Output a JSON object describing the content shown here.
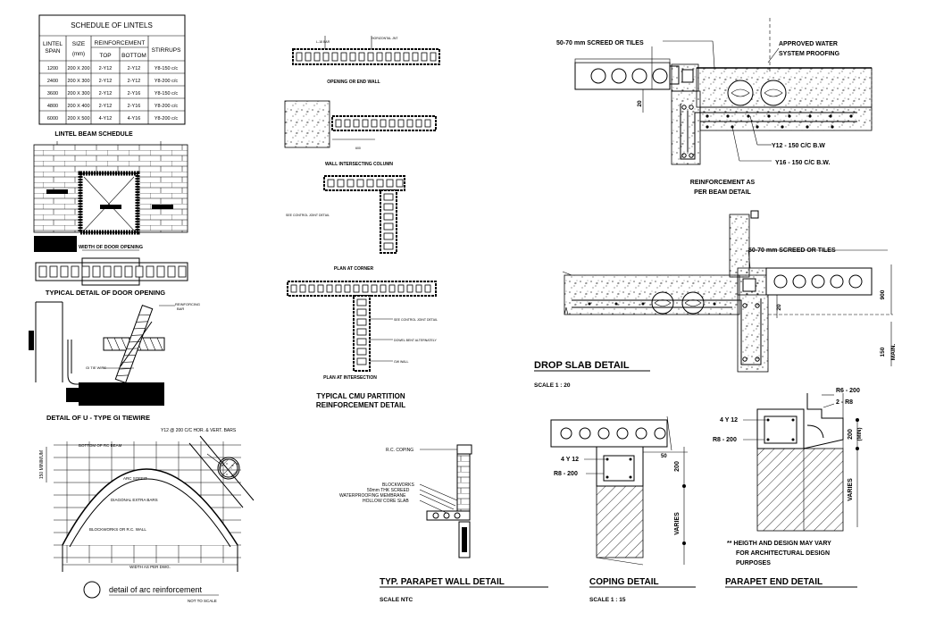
{
  "lintel_table": {
    "title": "SCHEDULE OF LINTELS",
    "headers": {
      "span": [
        "LINTEL",
        "SPAN"
      ],
      "size": [
        "SIZE",
        "(mm)"
      ],
      "reinforcement": "REINFORCEMENT",
      "top": "TOP",
      "bottom": "BOTTOM",
      "stirrups": "STIRRUPS"
    },
    "rows": [
      [
        "1200",
        "200 X 200",
        "2-Y12",
        "2-Y12",
        "Y8-150 c/c"
      ],
      [
        "2400",
        "200 X 300",
        "2-Y12",
        "2-Y12",
        "Y8-200 c/c"
      ],
      [
        "3600",
        "200 X 300",
        "2-Y12",
        "2-Y16",
        "Y8-150 c/c"
      ],
      [
        "4800",
        "200 X 400",
        "2-Y12",
        "2-Y16",
        "Y8-200 c/c"
      ],
      [
        "6000",
        "200 X 500",
        "4-Y12",
        "4-Y16",
        "Y8-200 c/c"
      ]
    ],
    "caption": "LINTEL BEAM SCHEDULE"
  },
  "door_detail": {
    "dim_label": "WIDTH OF DOOR OPENING",
    "caption": "TYPICAL DETAIL OF DOOR OPENING"
  },
  "tiewire": {
    "left_label": "GI TIE WIRE",
    "caption": "DETAIL OF U - TYPE GI TIEWIRE"
  },
  "arc": {
    "bars_label": "Y12 @ 200 C/C HOR. & VERT. BARS",
    "beam_label": "BOTTOM OF RC BEAM",
    "min_label": "150 MINIMUM",
    "soffit_label": "ARC SOFFIT",
    "diag_label": "DIAGONAL EXTRA BARS",
    "block_label": "BLOCKWORKS OR R.C. WALL",
    "width_label": "WIDTH AS PER DWG.",
    "caption": "detail of arc reinforcement",
    "subcaption": "NOT TO SCALE"
  },
  "cmu": {
    "lbl_end_wall": "OPENING OR END WALL",
    "lbl_intersect_col": "WALL INTERSECTING COLUMN",
    "lbl_corner": "PLAN AT CORNER",
    "lbl_intersection": "PLAN AT INTERSECTION",
    "lbl_control_joint": "SEE CONTROL JOINT DETAIL",
    "lbl_dowel": "DOWEL BENT ALTERNATELY",
    "lbl_gw": "GW WALL",
    "caption1": "TYPICAL CMU PARTITION",
    "caption2": "REINFORCEMENT DETAIL"
  },
  "slab_top": {
    "screed": "50-70 mm SCREED OR TILES",
    "waterproof1": "APPROVED WATER",
    "waterproof2": "SYSTEM PROOFING",
    "dim20": "20",
    "bar1": "Y12 - 150 C/C B.W",
    "bar2": "Y16 - 150 C/C B.W.",
    "reinf1": "REINFORCEMENT AS",
    "reinf2": "PER BEAM DETAIL"
  },
  "drop_slab": {
    "screed": "50-70 mm SCREED OR TILES",
    "dim20": "20",
    "dim900": "900",
    "dim150": "150",
    "main": "MAIN.",
    "caption": "DROP SLAB DETAIL",
    "scale": "SCALE 1 : 20"
  },
  "parapet": {
    "rc_coping": "R.C. COPING",
    "blockworks": "BLOCKWORKS",
    "screed": "50mm THK SCREED",
    "membrane": "WATERPROOFING MEMBRANE",
    "hollow": "HOLLOW CORE SLAB",
    "caption": "TYP. PARAPET WALL DETAIL",
    "scale": "SCALE NTC"
  },
  "coping": {
    "bars": "4 Y 12",
    "stirrup": "R8 - 200",
    "dim50": "50",
    "dim200": "200",
    "varies": "VARIES",
    "caption": "COPING DETAIL",
    "scale": "SCALE 1 : 15"
  },
  "parapet_end": {
    "r6": "R6 - 200",
    "r8b": "2 - R8",
    "bars": "4 Y 12",
    "stirrup": "R8 - 200",
    "dim": "200",
    "min": "(MIN)",
    "varies": "VARIES",
    "note1": "** HEIGTH AND DESIGN MAY VARY",
    "note2": "FOR ARCHITECTURAL DESIGN",
    "note3": "PURPOSES",
    "caption": "PARAPET END DETAIL"
  }
}
